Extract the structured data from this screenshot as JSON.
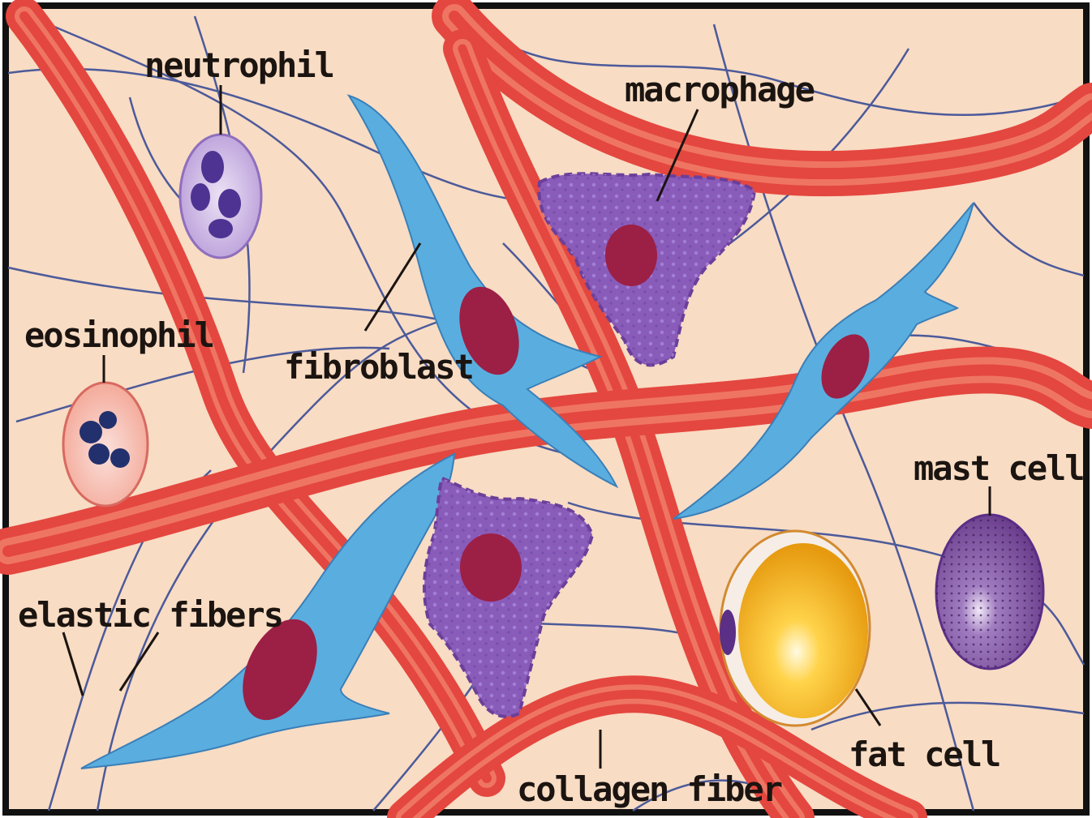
{
  "labels": {
    "neutrophil": "neutrophil",
    "macrophage": "macrophage",
    "eosinophil": "eosinophil",
    "fibroblast": "fibroblast",
    "mast_cell": "mast cell",
    "elastic_fibers": "elastic fibers",
    "fat_cell": "fat cell",
    "collagen_fiber": "collagen fiber"
  },
  "colors": {
    "background": "#f8dcc4",
    "collagen": "#e4473f",
    "collagen_stripe": "#f79a82",
    "elastic": "#4c5a9a",
    "fibroblast": "#5aaedf",
    "nucleus": "#9c1f45",
    "macrophage": "#8a5cb9",
    "neutrophil": "#c2a8e0",
    "mast_cell": "#7b4a9c",
    "fat_cell": "#f6b41c",
    "border": "#111111"
  }
}
